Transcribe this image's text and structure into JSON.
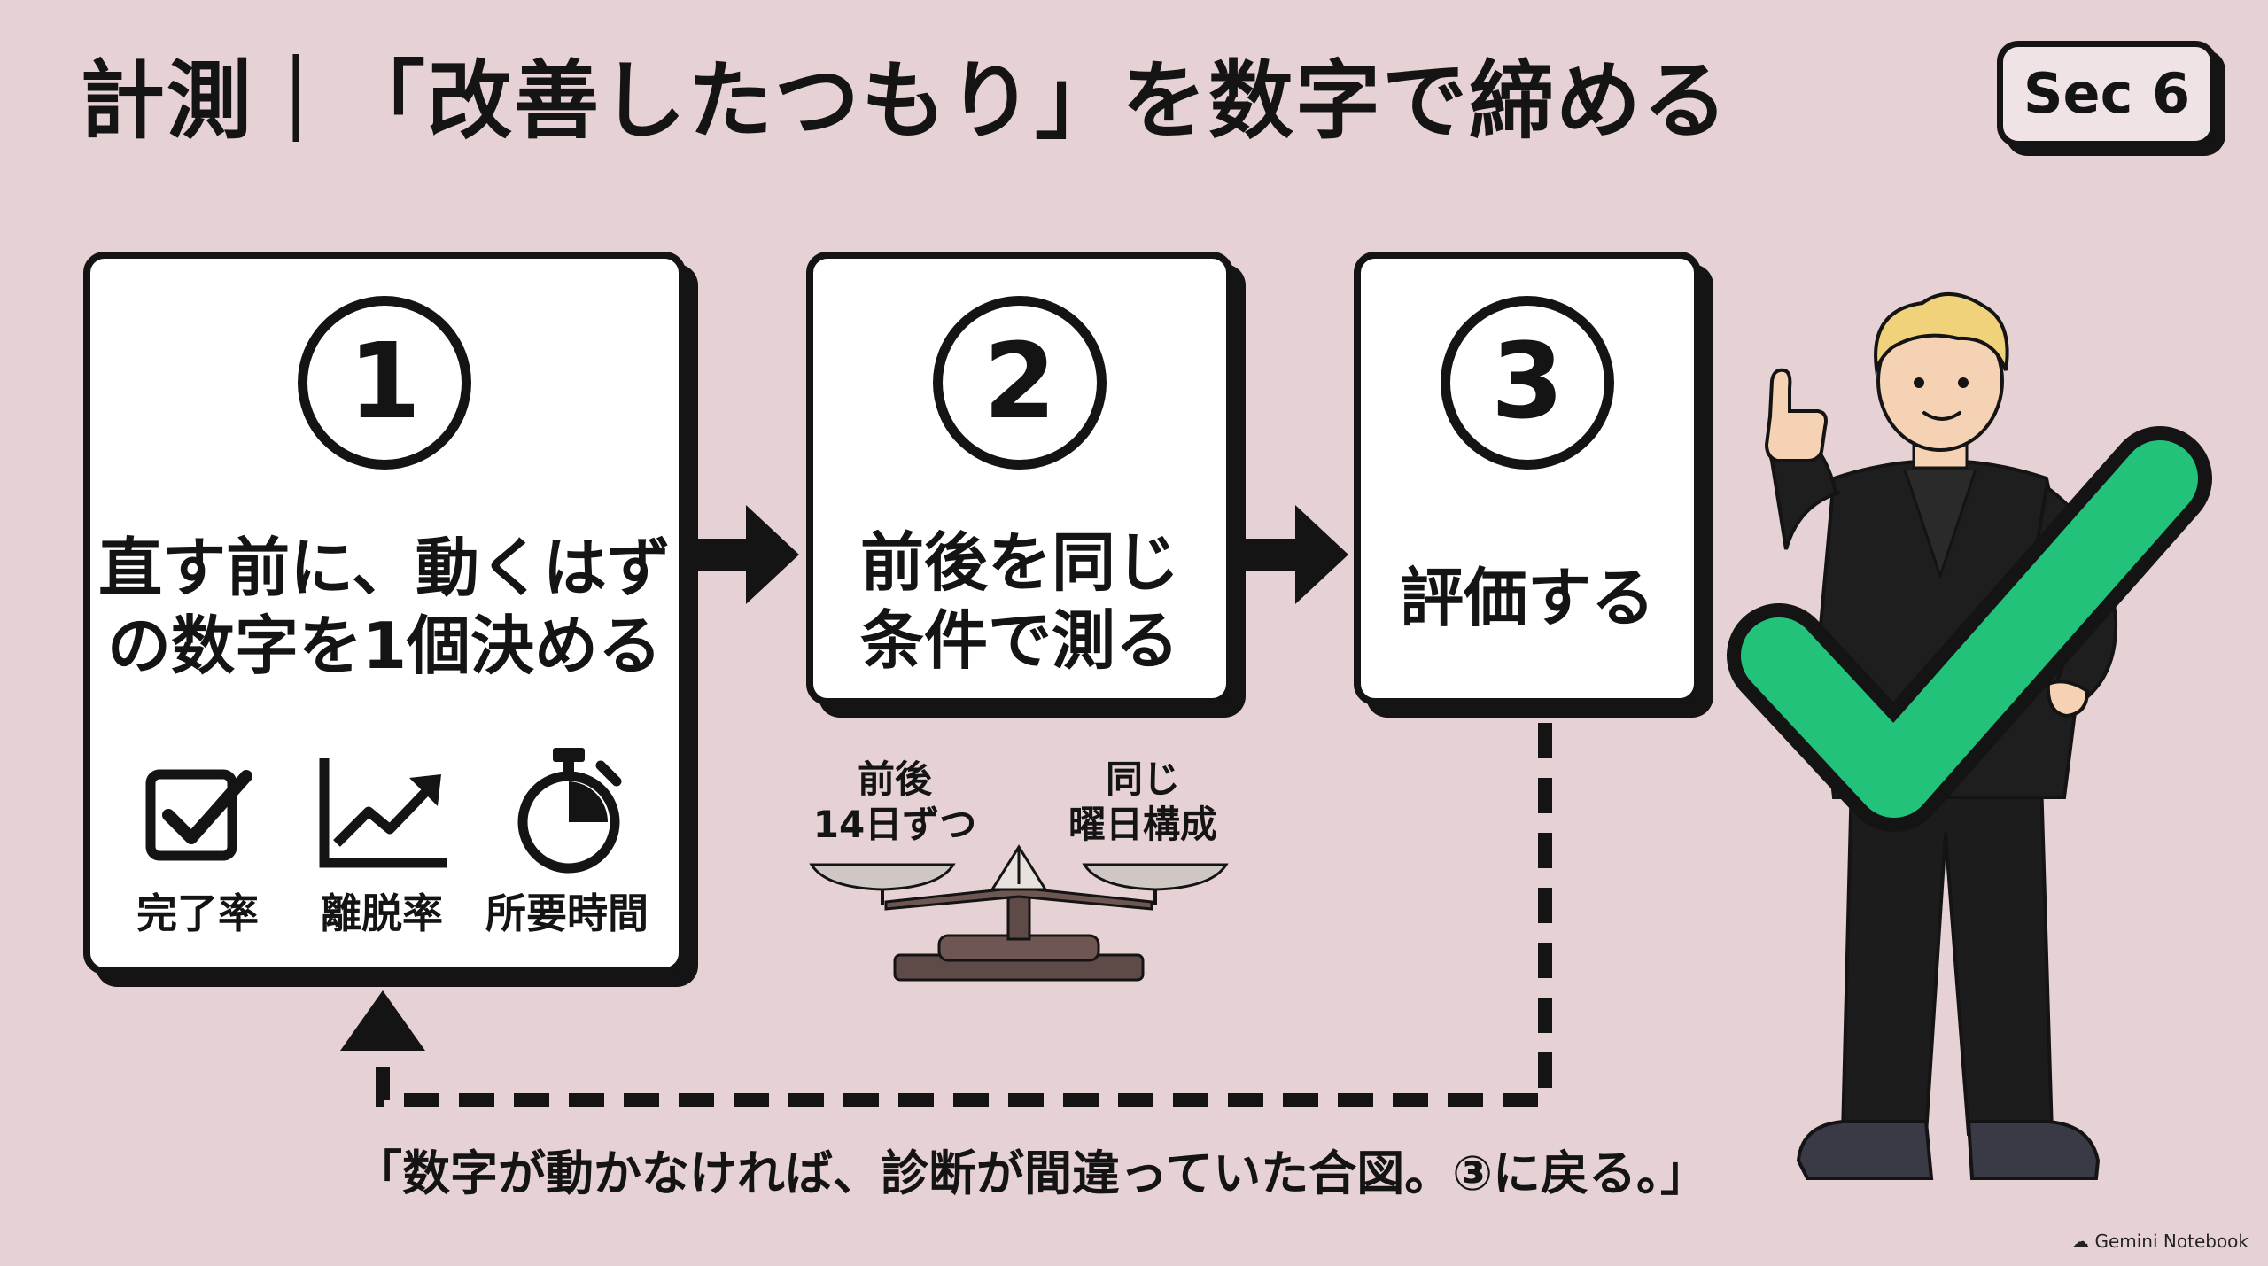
{
  "header": {
    "title": "計測｜「改善したつもり」を数字で締める",
    "section_badge": "Sec 6"
  },
  "steps": [
    {
      "number": "1",
      "text": "直す前に、動くはず\nの数字を1個決める"
    },
    {
      "number": "2",
      "text": "前後を同じ\n条件で測る"
    },
    {
      "number": "3",
      "text": "評価する"
    }
  ],
  "metrics": [
    {
      "label": "完了率",
      "icon": "checkbox-icon"
    },
    {
      "label": "離脱率",
      "icon": "trend-up-icon"
    },
    {
      "label": "所要時間",
      "icon": "stopwatch-icon"
    }
  ],
  "scale": {
    "left_label": "前後\n14日ずつ",
    "right_label": "同じ\n曜日構成",
    "icon": "balance-scale-icon"
  },
  "footer": {
    "quote": "「数字が動かなければ、診断が間違っていた合図。③に戻る。」",
    "credit": "Gemini Notebook"
  },
  "colors": {
    "background": "#e6d2d5",
    "check": "#22c27a",
    "ink": "#141414"
  }
}
